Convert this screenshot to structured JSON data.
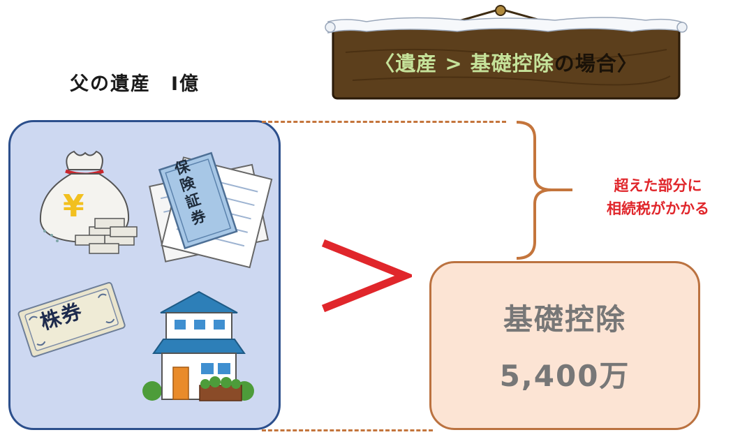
{
  "heading": {
    "text": "父の遺産　I億"
  },
  "sign": {
    "part1": "〈遺産 > 基礎控除",
    "part2": "の場合〉",
    "highlight_color": "#c5e29a"
  },
  "illustrations": {
    "money_bag_symbol": "¥",
    "insurance_doc_label": "保険証券",
    "stock_certificate_label": "株券"
  },
  "comparison_symbol": ">",
  "excess_note": {
    "line1": "超えた部分に",
    "line2": "相続税がかかる",
    "color": "#e0262b"
  },
  "deduction": {
    "label": "基礎控除",
    "amount": "5,400万"
  },
  "colors": {
    "estate_box_fill": "#cdd8f1",
    "estate_box_border": "#2c4f8c",
    "deduction_box_fill": "#fce4d4",
    "deduction_box_border": "#bb7240",
    "dashed_line": "#c4753c"
  }
}
